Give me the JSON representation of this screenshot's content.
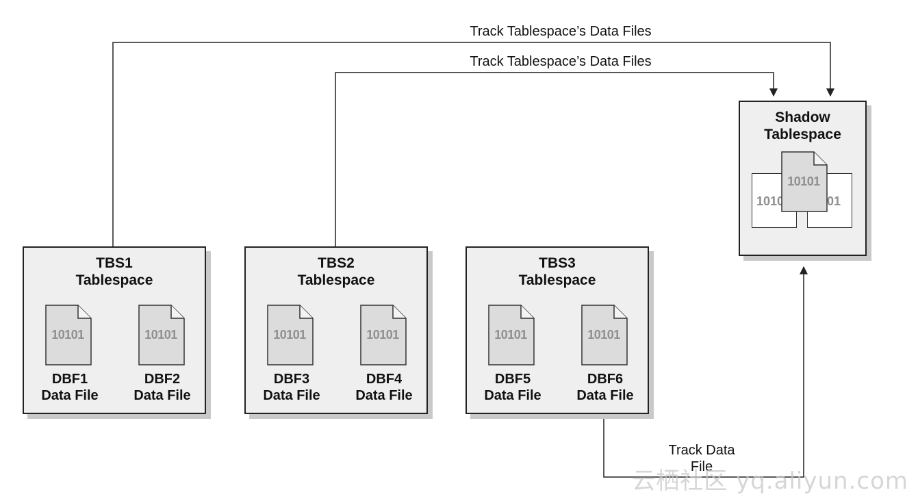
{
  "connectors": {
    "track_tablespace_1": "Track Tablespace’s Data Files",
    "track_tablespace_2": "Track Tablespace’s Data Files",
    "track_data_file_line1": "Track Data",
    "track_data_file_line2": "File"
  },
  "shadow": {
    "title_line1": "Shadow",
    "title_line2": "Tablespace",
    "file_front_text": "10101",
    "file_left_text": "1010",
    "file_right_text": "101"
  },
  "tablespaces": [
    {
      "title_line1": "TBS1",
      "title_line2": "Tablespace",
      "files": [
        {
          "icon_text": "10101",
          "name": "DBF1",
          "kind": "Data File"
        },
        {
          "icon_text": "10101",
          "name": "DBF2",
          "kind": "Data File"
        }
      ]
    },
    {
      "title_line1": "TBS2",
      "title_line2": "Tablespace",
      "files": [
        {
          "icon_text": "10101",
          "name": "DBF3",
          "kind": "Data File"
        },
        {
          "icon_text": "10101",
          "name": "DBF4",
          "kind": "Data File"
        }
      ]
    },
    {
      "title_line1": "TBS3",
      "title_line2": "Tablespace",
      "files": [
        {
          "icon_text": "10101",
          "name": "DBF5",
          "kind": "Data File"
        },
        {
          "icon_text": "10101",
          "name": "DBF6",
          "kind": "Data File"
        }
      ]
    }
  ],
  "watermark": "云栖社区 yq.aliyun.com",
  "colors": {
    "box_fill": "#efefef",
    "box_shadow": "#c9c9c9",
    "file_fill": "#dcdcdc",
    "stroke": "#222222"
  }
}
